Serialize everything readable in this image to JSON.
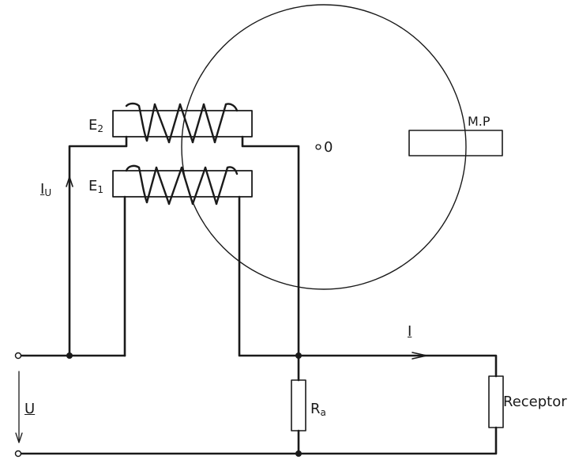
{
  "labels": {
    "e2_letter": "E",
    "e2_sub": "2",
    "e1_letter": "E",
    "e1_sub": "1",
    "iu_letter": "I",
    "iu_sub": "U",
    "center": "0",
    "mp": "M.P",
    "current": "I",
    "voltage": "U",
    "ra_letter": "R",
    "ra_sub": "a",
    "receptor": "Receptor"
  },
  "colors": {
    "line": "#1a1a1a",
    "background": "#ffffff"
  }
}
